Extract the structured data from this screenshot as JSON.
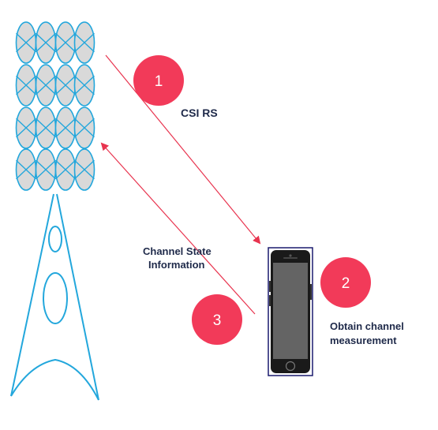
{
  "colors": {
    "tower": "#23a7dc",
    "antenna_fill": "#d9d9d9",
    "arrow": "#e8344f",
    "badge": "#f23a59",
    "badge_text": "#ffffff",
    "label_text": "#1f2a4a",
    "phone_frame": "#1a1a6e",
    "phone_body": "#1a1a1a",
    "phone_screen": "#646464"
  },
  "icons": [
    "cell-tower-icon",
    "smartphone-icon"
  ],
  "steps": [
    {
      "number": "1"
    },
    {
      "number": "2"
    },
    {
      "number": "3"
    }
  ],
  "labels": {
    "csi_rs": "CSI RS",
    "channel_state_line1": "Channel State",
    "channel_state_line2": "Information",
    "obtain_line1": "Obtain channel",
    "obtain_line2": "measurement"
  }
}
